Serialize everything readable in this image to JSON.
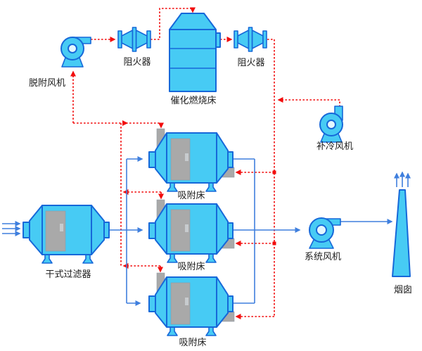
{
  "diagram": {
    "type": "process-flow-diagram",
    "labels": {
      "desorption_fan": "脱附风机",
      "flame_arrester_left": "阻火器",
      "catalytic_bed": "催化燃烧床",
      "flame_arrester_right": "阻火器",
      "cooling_fan": "补冷风机",
      "adsorption_bed_1": "吸附床",
      "adsorption_bed_2": "吸附床",
      "adsorption_bed_3": "吸附床",
      "dry_filter": "干式过滤器",
      "system_fan": "系统风机",
      "chimney": "烟囱"
    }
  },
  "colors": {
    "equipment_fill": "#47cbf4",
    "equipment_stroke": "#1668d9",
    "panel_gray": "#a9a9a9",
    "desorption_line": "#f20d0d",
    "process_line": "#3f7fde"
  }
}
